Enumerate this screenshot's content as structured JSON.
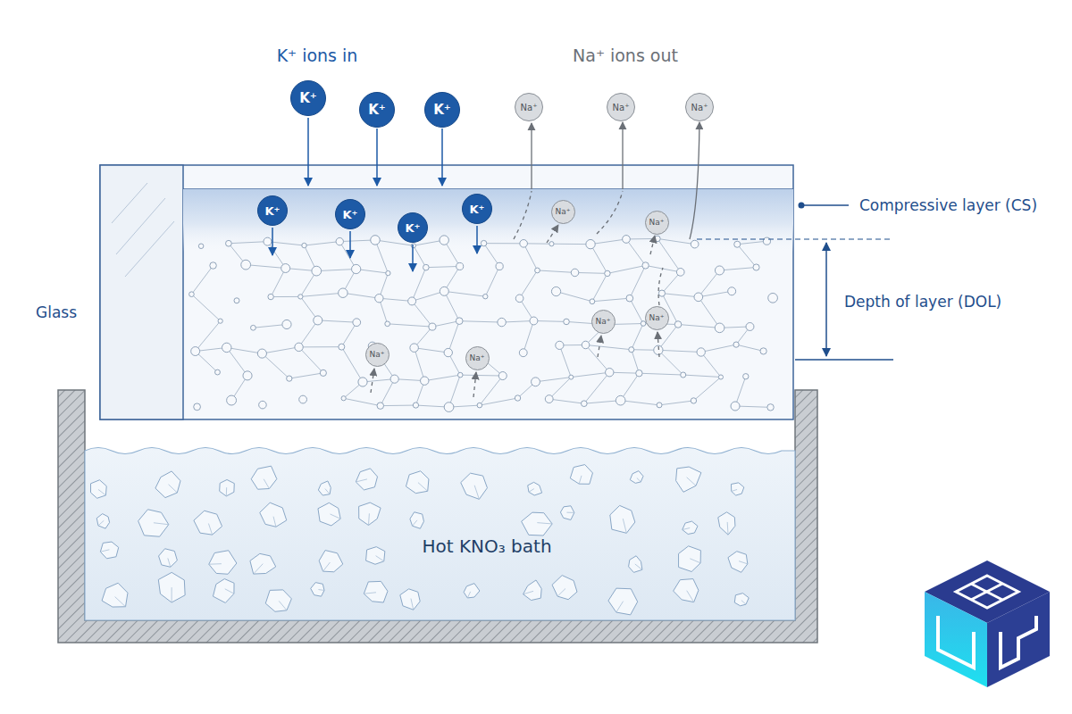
{
  "diagram": {
    "nodes": [
      {
        "text": [
          "K⁺"
        ]
      },
      {
        "text": [
          "K⁺"
        ]
      },
      {
        "text": [
          "K⁺"
        ]
      },
      {
        "text": [
          "Na⁺"
        ]
      },
      {
        "text": [
          "Na⁺"
        ]
      },
      {
        "text": [
          "Na⁺"
        ]
      },
      {
        "text": [
          "K⁺"
        ]
      },
      {
        "text": [
          "K⁺"
        ]
      },
      {
        "text": [
          "K⁺"
        ]
      },
      {
        "text": [
          "K⁺"
        ]
      },
      {
        "text": [
          "Na⁺"
        ]
      },
      {
        "text": [
          "Na⁺"
        ]
      },
      {
        "text": [
          "Na⁺"
        ]
      },
      {
        "text": [
          "Na⁺"
        ]
      },
      {
        "text": [
          "Na⁺"
        ]
      },
      {
        "text": [
          "Na⁺"
        ]
      },
      {
        "text": [
          "Hot KNO₃ bath"
        ]
      }
    ],
    "labels": [
      "K⁺ ions in",
      "Na⁺ ions out",
      "Glass",
      "Compressive layer (CS)",
      "Depth of layer (DOL)"
    ]
  }
}
